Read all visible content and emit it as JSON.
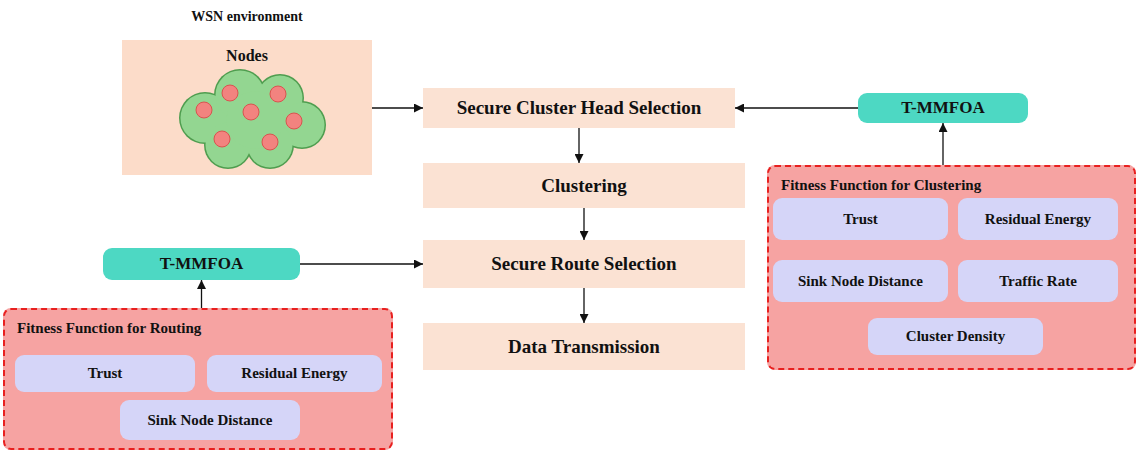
{
  "diagram": {
    "nodes": [
      {
        "text": [
          "WSN environment",
          "Nodes"
        ]
      },
      {
        "text": [
          "Secure Cluster Head Selection"
        ]
      },
      {
        "text": [
          "T-MMFOA"
        ]
      },
      {
        "text": [
          "Clustering"
        ]
      },
      {
        "text": [
          "Fitness Function for Clustering"
        ]
      },
      {
        "text": [
          "Trust"
        ],
        "in": 4
      },
      {
        "text": [
          "Residual Energy"
        ],
        "in": 4
      },
      {
        "text": [
          "Sink Node Distance"
        ],
        "in": 4
      },
      {
        "text": [
          "Traffic Rate"
        ],
        "in": 4
      },
      {
        "text": [
          "Cluster Density"
        ],
        "in": 4
      },
      {
        "text": [
          "T-MMFOA"
        ]
      },
      {
        "text": [
          "Secure Route Selection"
        ]
      },
      {
        "text": [
          "Fitness Function for Routing"
        ]
      },
      {
        "text": [
          "Trust"
        ],
        "in": 12
      },
      {
        "text": [
          "Residual Energy"
        ],
        "in": 12
      },
      {
        "text": [
          "Sink Node Distance"
        ],
        "in": 12
      },
      {
        "text": [
          "Data Transmission"
        ]
      }
    ],
    "edges": [
      {
        "from": 0,
        "to": 1,
        "arrow": "to"
      },
      {
        "from": 2,
        "to": 1,
        "arrow": "to"
      },
      {
        "from": 4,
        "to": 2,
        "arrow": "to"
      },
      {
        "from": 1,
        "to": 3,
        "arrow": "to"
      },
      {
        "from": 3,
        "to": 11,
        "arrow": "to"
      },
      {
        "from": 10,
        "to": 11,
        "arrow": "to"
      },
      {
        "from": 12,
        "to": 10,
        "arrow": "to"
      },
      {
        "from": 11,
        "to": 16,
        "arrow": "to"
      }
    ]
  }
}
